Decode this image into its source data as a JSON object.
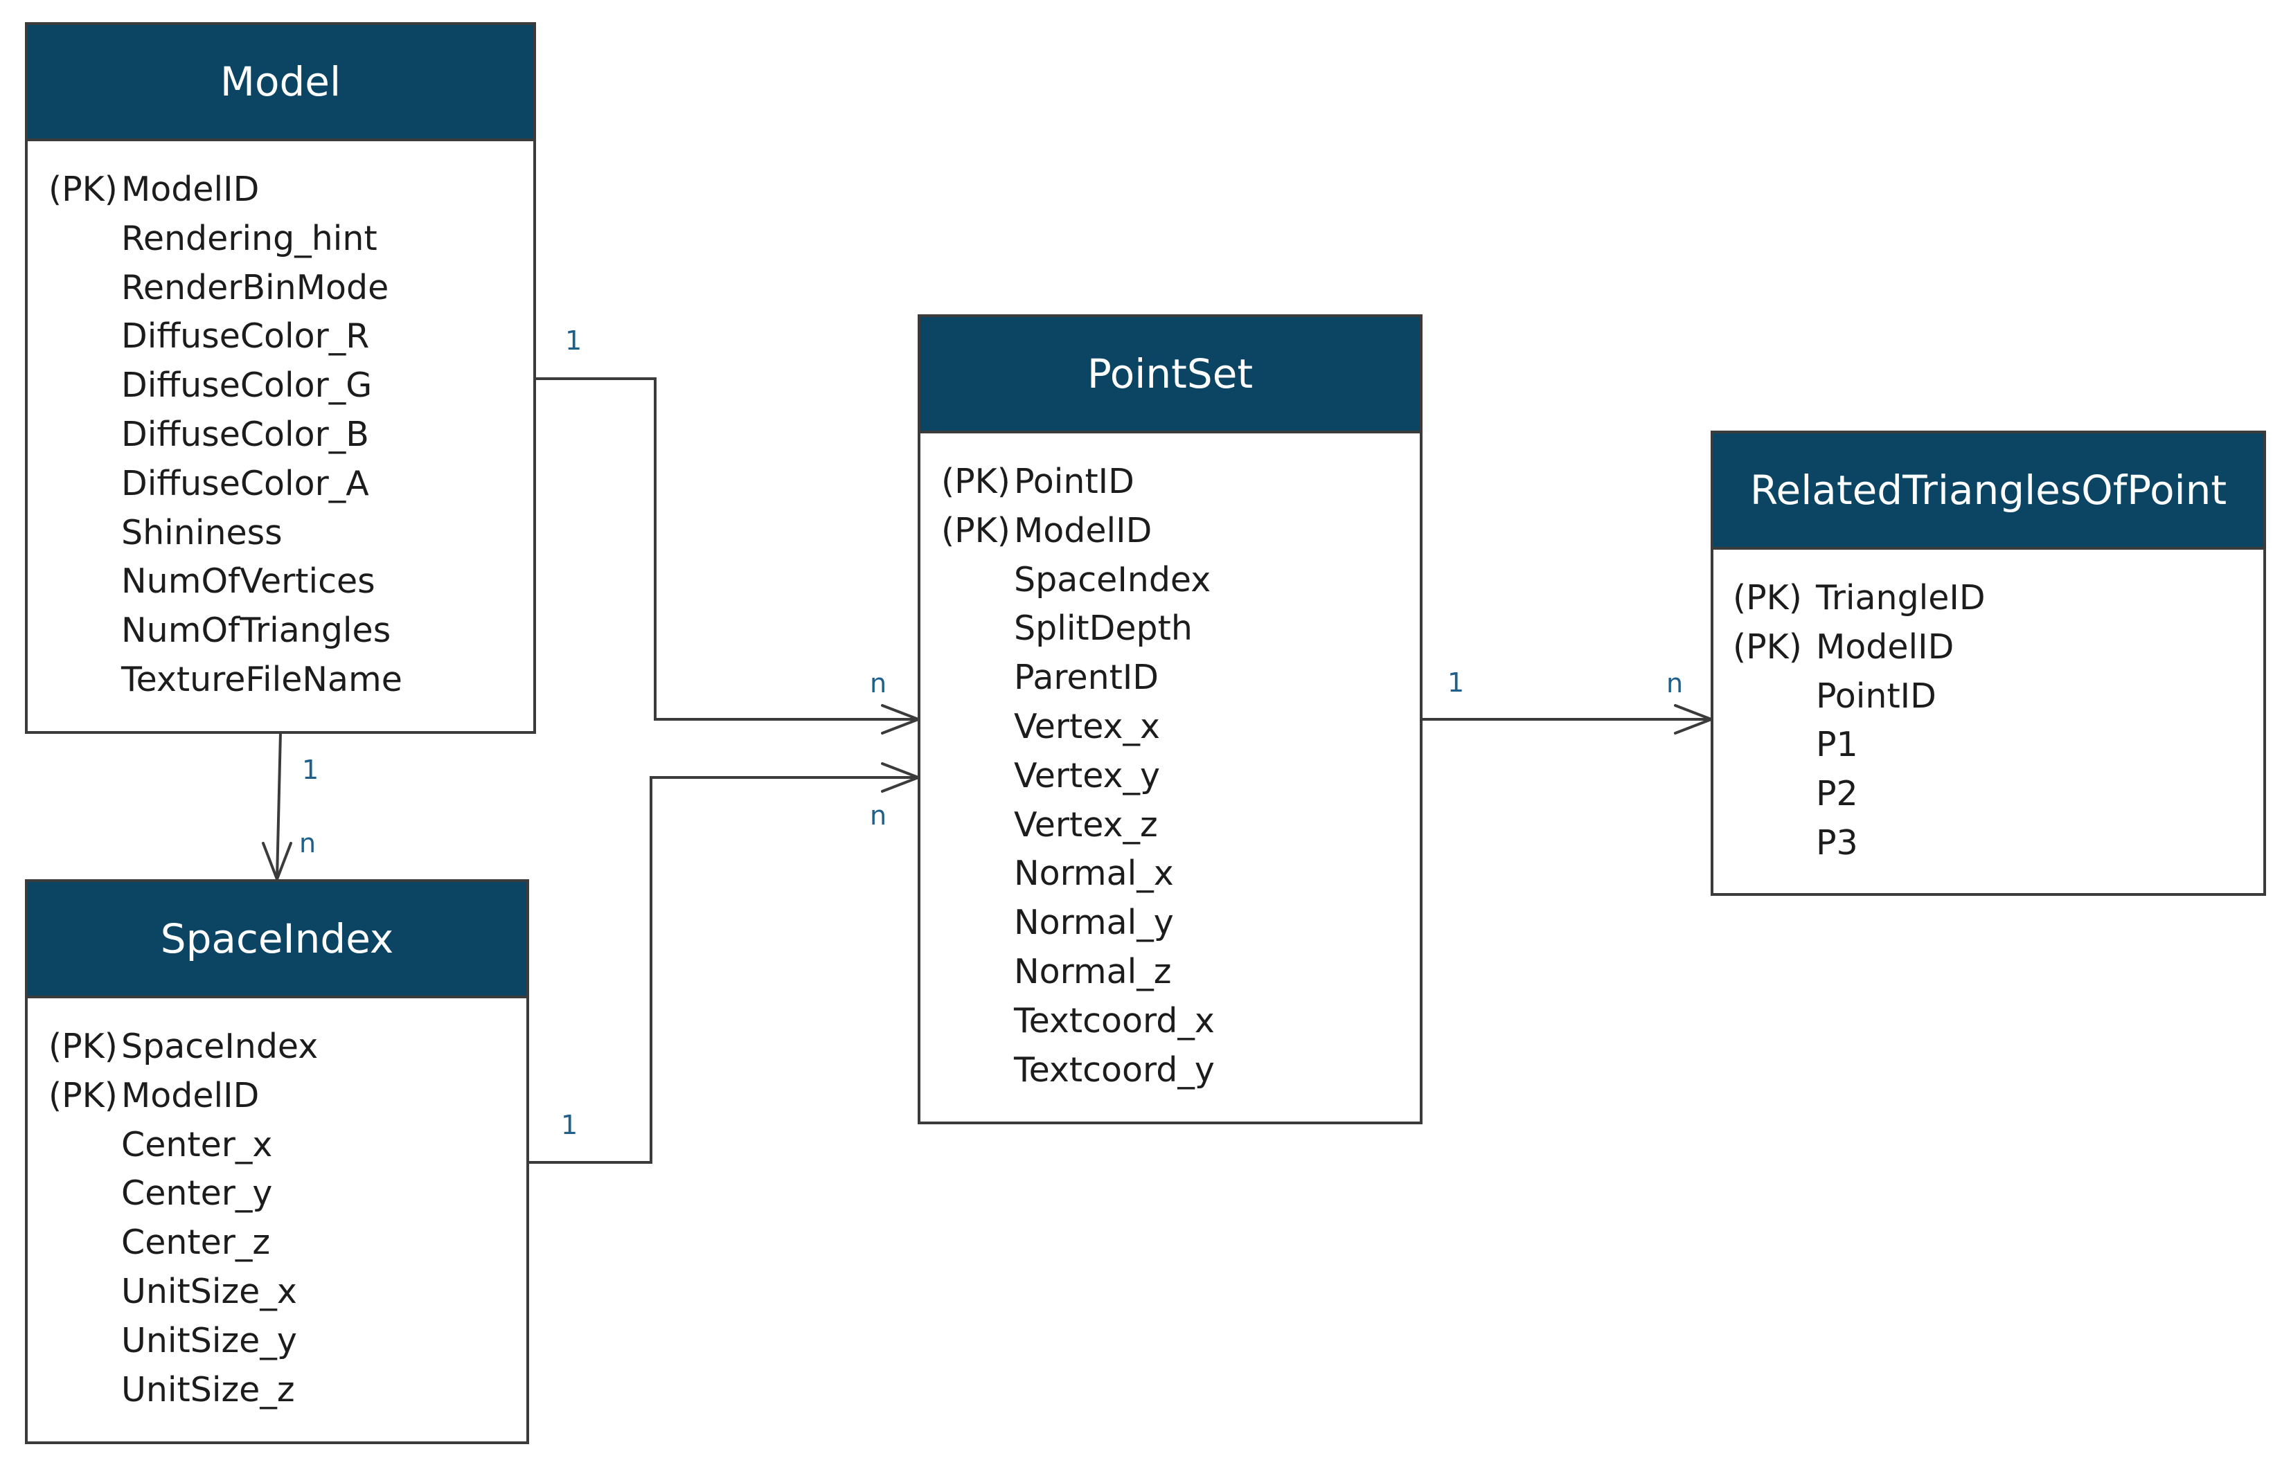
{
  "entities": {
    "model": {
      "title": "Model",
      "attributes": [
        {
          "pk": "(PK)",
          "name": "ModelID"
        },
        {
          "pk": "",
          "name": "Rendering_hint"
        },
        {
          "pk": "",
          "name": "RenderBinMode"
        },
        {
          "pk": "",
          "name": "DiffuseColor_R"
        },
        {
          "pk": "",
          "name": "DiffuseColor_G"
        },
        {
          "pk": "",
          "name": "DiffuseColor_B"
        },
        {
          "pk": "",
          "name": "DiffuseColor_A"
        },
        {
          "pk": "",
          "name": "Shininess"
        },
        {
          "pk": "",
          "name": "NumOfVertices"
        },
        {
          "pk": "",
          "name": "NumOfTriangles"
        },
        {
          "pk": "",
          "name": "TextureFileName"
        }
      ]
    },
    "spaceindex": {
      "title": "SpaceIndex",
      "attributes": [
        {
          "pk": "(PK)",
          "name": "SpaceIndex"
        },
        {
          "pk": "(PK)",
          "name": "ModelID"
        },
        {
          "pk": "",
          "name": "Center_x"
        },
        {
          "pk": "",
          "name": "Center_y"
        },
        {
          "pk": "",
          "name": "Center_z"
        },
        {
          "pk": "",
          "name": "UnitSize_x"
        },
        {
          "pk": "",
          "name": "UnitSize_y"
        },
        {
          "pk": "",
          "name": "UnitSize_z"
        }
      ]
    },
    "pointset": {
      "title": "PointSet",
      "attributes": [
        {
          "pk": "(PK)",
          "name": "PointID"
        },
        {
          "pk": "(PK)",
          "name": "ModelID"
        },
        {
          "pk": "",
          "name": "SpaceIndex"
        },
        {
          "pk": "",
          "name": "SplitDepth"
        },
        {
          "pk": "",
          "name": "ParentID"
        },
        {
          "pk": "",
          "name": "Vertex_x"
        },
        {
          "pk": "",
          "name": "Vertex_y"
        },
        {
          "pk": "",
          "name": "Vertex_z"
        },
        {
          "pk": "",
          "name": "Normal_x"
        },
        {
          "pk": "",
          "name": "Normal_y"
        },
        {
          "pk": "",
          "name": "Normal_z"
        },
        {
          "pk": "",
          "name": "Textcoord_x"
        },
        {
          "pk": "",
          "name": "Textcoord_y"
        }
      ]
    },
    "related": {
      "title": "RelatedTrianglesOfPoint",
      "attributes": [
        {
          "pk": "(PK)",
          "name": "TriangleID"
        },
        {
          "pk": "(PK)",
          "name": "ModelID"
        },
        {
          "pk": "",
          "name": "PointID"
        },
        {
          "pk": "",
          "name": "P1"
        },
        {
          "pk": "",
          "name": "P2"
        },
        {
          "pk": "",
          "name": "P3"
        }
      ]
    }
  },
  "relationships": [
    {
      "from": "Model",
      "to": "PointSet",
      "from_card": "1",
      "to_card": "n"
    },
    {
      "from": "Model",
      "to": "SpaceIndex",
      "from_card": "1",
      "to_card": "n"
    },
    {
      "from": "SpaceIndex",
      "to": "PointSet",
      "from_card": "1",
      "to_card": "n"
    },
    {
      "from": "PointSet",
      "to": "RelatedTrianglesOfPoint",
      "from_card": "1",
      "to_card": "n"
    }
  ],
  "colors": {
    "header_fill": "#0b4563",
    "header_text": "#ffffff",
    "border": "#3b3b3b",
    "cardinality_text": "#1f5f8a"
  }
}
